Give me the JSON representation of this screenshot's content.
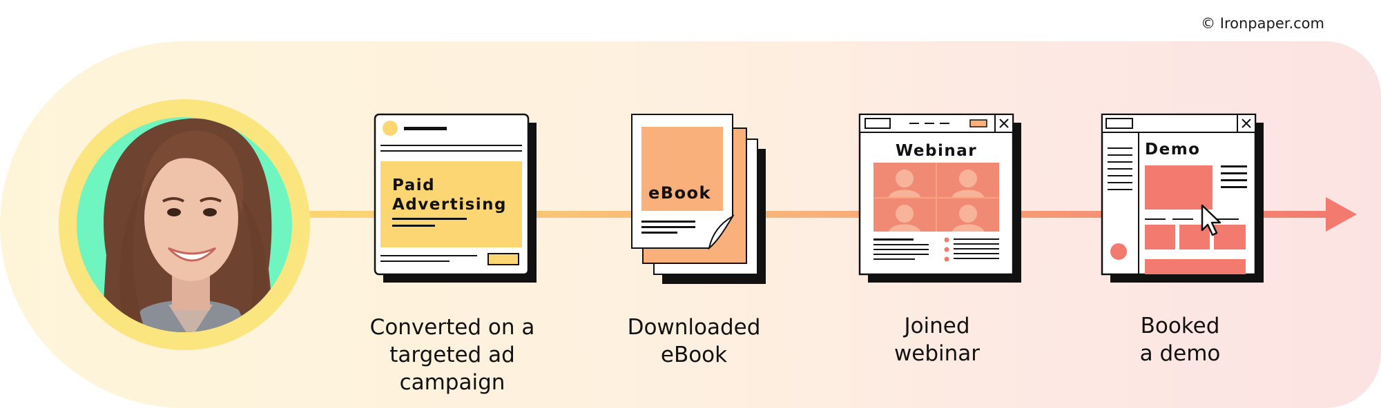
{
  "copyright": "© Ironpaper.com",
  "colors": {
    "yellow": "#fcd672",
    "orange": "#f9b07a",
    "salmon": "#f27a6e",
    "mint": "#6ff5c0",
    "ring": "#fbe57f",
    "ink": "#111111"
  },
  "avatar": {
    "icon": "person-portrait-photo"
  },
  "steps": [
    {
      "icon": "paid-ad-document-icon",
      "illus_lines": [
        "Paid",
        "Advertising"
      ],
      "label_lines": [
        "Converted on a",
        "targeted ad campaign"
      ]
    },
    {
      "icon": "ebook-pages-icon",
      "illus_lines": [
        "eBook"
      ],
      "label_lines": [
        "Downloaded",
        "eBook"
      ]
    },
    {
      "icon": "webinar-window-icon",
      "illus_lines": [
        "Webinar"
      ],
      "label_lines": [
        "Joined",
        "webinar"
      ]
    },
    {
      "icon": "demo-window-icon",
      "illus_lines": [
        "Demo"
      ],
      "label_lines": [
        "Booked",
        "a demo"
      ]
    }
  ],
  "arrow": {
    "icon": "arrow-right-icon"
  }
}
